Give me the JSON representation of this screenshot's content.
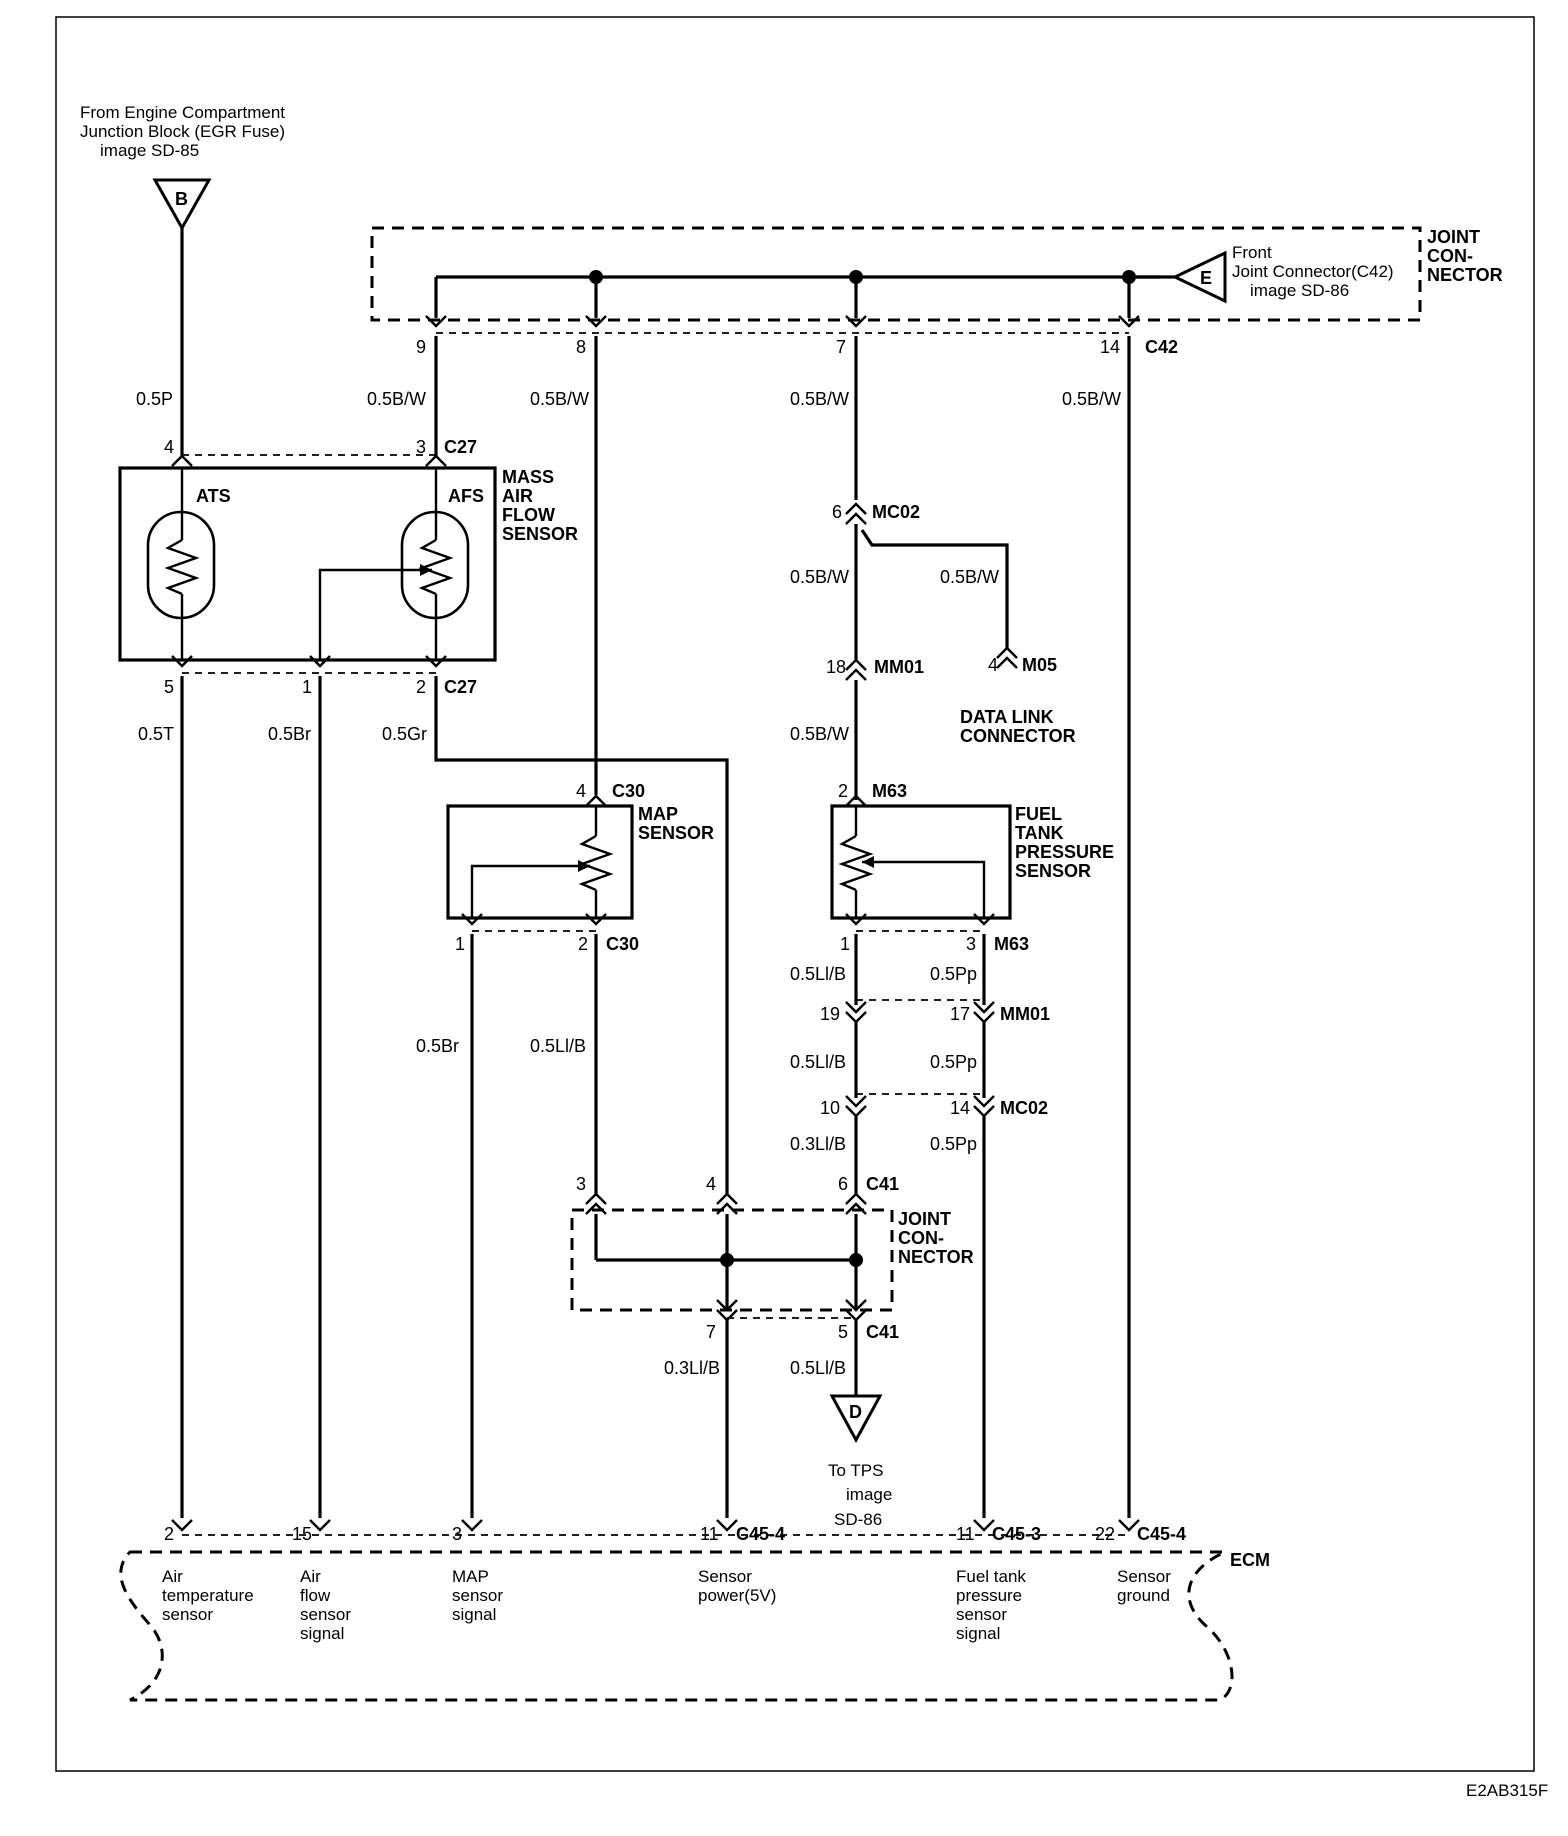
{
  "source_b": {
    "label_line1": "From Engine Compartment",
    "label_line2": "Junction Block (EGR Fuse)",
    "label_line3": "image SD-85",
    "letter": "B"
  },
  "joint_connector_top": {
    "label_line1": "JOINT",
    "label_line2": "CON-",
    "label_line3": "NECTOR",
    "connector_id": "C42",
    "pins": [
      "9",
      "8",
      "7",
      "14"
    ]
  },
  "source_e": {
    "letter": "E",
    "label_line1": "Front",
    "label_line2": "Joint Connector(C42)",
    "label_line3": "image SD-86"
  },
  "mass_air_flow_sensor": {
    "label_line1": "MASS",
    "label_line2": "AIR",
    "label_line3": "FLOW",
    "label_line4": "SENSOR",
    "ats_label": "ATS",
    "afs_label": "AFS",
    "connector_id": "C27",
    "top_pins": [
      "4",
      "3"
    ],
    "bottom_pins": [
      "5",
      "1",
      "2"
    ]
  },
  "wires": {
    "p_05": "0.5P",
    "bw_05": "0.5B/W",
    "t_05": "0.5T",
    "br_05": "0.5Br",
    "gr_05": "0.5Gr",
    "lib_05": "0.5Ll/B",
    "lib_03": "0.3Ll/B",
    "pp_05": "0.5Pp"
  },
  "mc02": {
    "id": "MC02",
    "pin_top": "6",
    "pin_lower_left": "10",
    "pin_lower_right": "14"
  },
  "mm01": {
    "id": "MM01",
    "pin_top": "18",
    "pin_lower_left": "19",
    "pin_lower_right": "17"
  },
  "data_link_connector": {
    "pin": "4",
    "id": "M05",
    "label_line1": "DATA LINK",
    "label_line2": "CONNECTOR"
  },
  "map_sensor": {
    "label_line1": "MAP",
    "label_line2": "SENSOR",
    "connector_id": "C30",
    "top_pin": "4",
    "bottom_pins": [
      "1",
      "2"
    ]
  },
  "fuel_tank_pressure_sensor": {
    "label_line1": "FUEL",
    "label_line2": "TANK",
    "label_line3": "PRESSURE",
    "label_line4": "SENSOR",
    "connector_id": "M63",
    "top_pin": "2",
    "bottom_pins": [
      "1",
      "3"
    ]
  },
  "joint_connector_c41": {
    "label_line1": "JOINT",
    "label_line2": "CON-",
    "label_line3": "NECTOR",
    "connector_id": "C41",
    "top_pins": [
      "3",
      "4",
      "6"
    ],
    "bottom_pins": [
      "7",
      "5"
    ]
  },
  "tps_destination": {
    "letter": "D",
    "label_line1": "To TPS",
    "label_line2": "image",
    "label_line3": "SD-86"
  },
  "ecm": {
    "label": "ECM",
    "pins": [
      {
        "pin": "2",
        "connector": "",
        "line1": "Air",
        "line2": "temperature",
        "line3": "sensor",
        "line4": ""
      },
      {
        "pin": "15",
        "connector": "",
        "line1": "Air",
        "line2": "flow",
        "line3": "sensor",
        "line4": "signal"
      },
      {
        "pin": "3",
        "connector": "",
        "line1": "MAP",
        "line2": "sensor",
        "line3": "signal",
        "line4": ""
      },
      {
        "pin": "11",
        "connector": "C45-4",
        "line1": "Sensor",
        "line2": "power(5V)",
        "line3": "",
        "line4": ""
      },
      {
        "pin": "11",
        "connector": "C45-3",
        "line1": "Fuel tank",
        "line2": "pressure",
        "line3": "sensor",
        "line4": "signal"
      },
      {
        "pin": "22",
        "connector": "C45-4",
        "line1": "Sensor",
        "line2": "ground",
        "line3": "",
        "line4": ""
      }
    ]
  },
  "figure_id": "E2AB315F"
}
